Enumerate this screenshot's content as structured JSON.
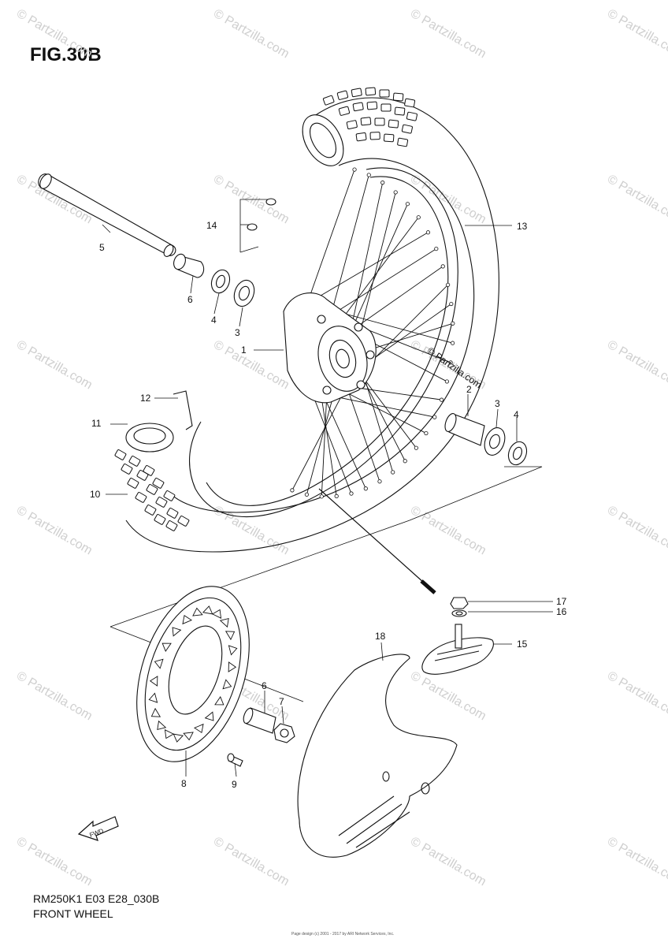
{
  "header": {
    "figure_label": "FIG.30B"
  },
  "footer": {
    "model_code": "RM250K1 E03 E28_030B",
    "caption": "FRONT WHEEL",
    "fine_print": "Page design (c) 2001 - 2017 by ARI Network Services, Inc."
  },
  "watermark": {
    "text": "© Partzilla.com",
    "center_stamp": "© Partzilla.com"
  },
  "fwd_arrow": {
    "label": "FWD"
  },
  "callouts": [
    {
      "id": "c1",
      "label": "1"
    },
    {
      "id": "c2",
      "label": "2"
    },
    {
      "id": "c3a",
      "label": "3"
    },
    {
      "id": "c3b",
      "label": "3"
    },
    {
      "id": "c4a",
      "label": "4"
    },
    {
      "id": "c4b",
      "label": "4"
    },
    {
      "id": "c5",
      "label": "5"
    },
    {
      "id": "c6a",
      "label": "6"
    },
    {
      "id": "c6b",
      "label": "6"
    },
    {
      "id": "c7",
      "label": "7"
    },
    {
      "id": "c8",
      "label": "8"
    },
    {
      "id": "c9",
      "label": "9"
    },
    {
      "id": "c10",
      "label": "10"
    },
    {
      "id": "c11",
      "label": "11"
    },
    {
      "id": "c12",
      "label": "12"
    },
    {
      "id": "c13",
      "label": "13"
    },
    {
      "id": "c14",
      "label": "14"
    },
    {
      "id": "c15",
      "label": "15"
    },
    {
      "id": "c16",
      "label": "16"
    },
    {
      "id": "c17",
      "label": "17"
    },
    {
      "id": "c18",
      "label": "18"
    }
  ]
}
